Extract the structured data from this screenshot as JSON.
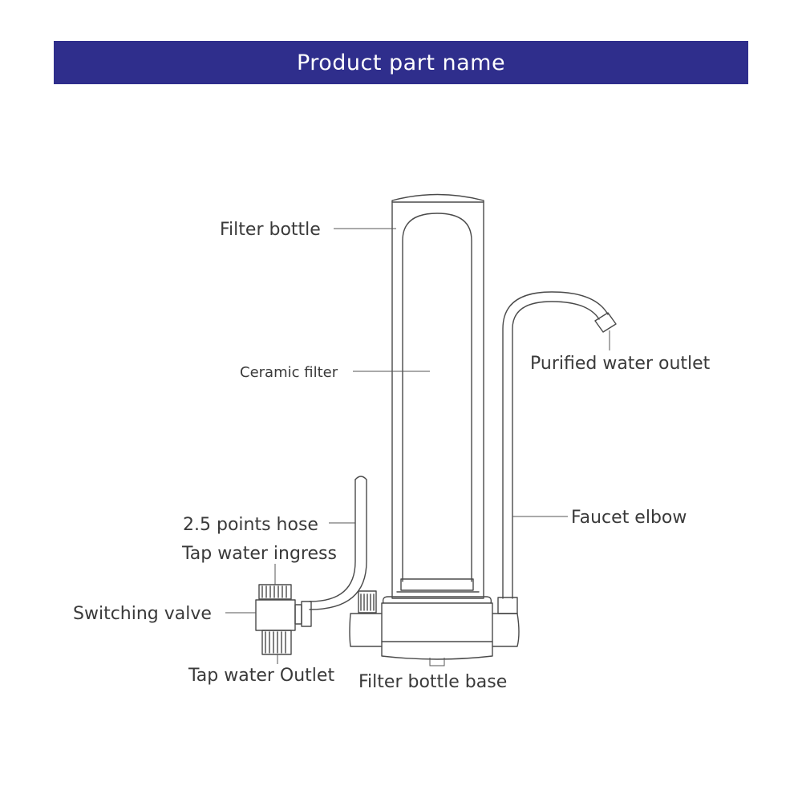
{
  "header": {
    "title": "Product part name",
    "background_color": "#2f2e8c"
  },
  "labels": {
    "filter_bottle": "Filter bottle",
    "ceramic_filter": "Ceramic filter",
    "purified_water_outlet": "Purified water outlet",
    "hose": "2.5 points hose",
    "tap_water_ingress": "Tap water ingress",
    "faucet_elbow": "Faucet elbow",
    "switching_valve": "Switching valve",
    "tap_water_outlet": "Tap water Outlet",
    "filter_bottle_base": "Filter bottle base"
  }
}
